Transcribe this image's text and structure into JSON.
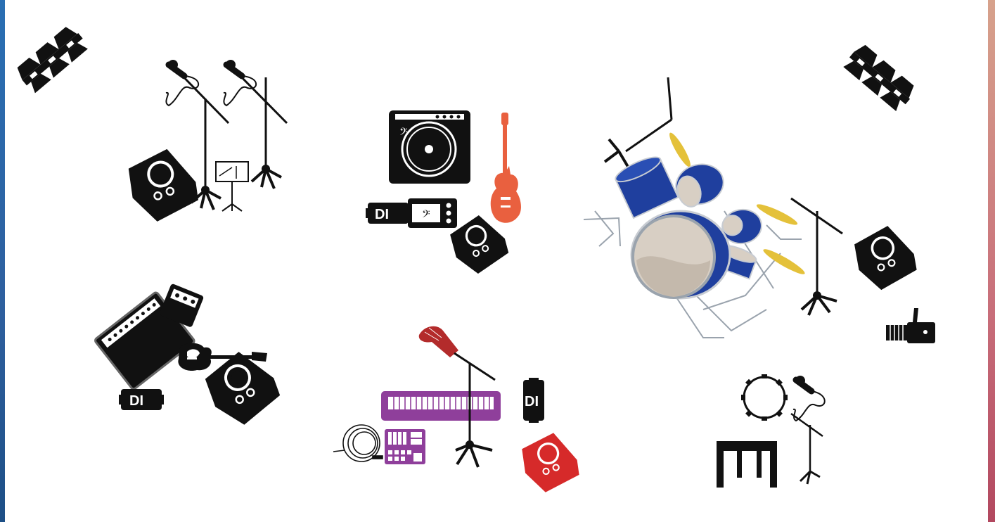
{
  "stage": {
    "edge_left_color": "#2c6aae",
    "edge_right_color": "#c86a78"
  },
  "colors": {
    "equipment": "#111111",
    "drum_shell": "#1f3f9e",
    "drum_head": "#d8cfc4",
    "cymbal": "#e4c13a",
    "bass_guitar": "#e9603f",
    "vocal_mic": "#b32b2b",
    "keyboard": "#8f3f9b",
    "red_monitor": "#d62a2a",
    "hardware": "#9aa3ad"
  },
  "labels": {
    "di_bass": "DI",
    "di_guitar": "DI",
    "di_keys": "DI"
  },
  "icons": [
    "stage-light-bar-icon",
    "microphone-stand-icon",
    "floor-monitor-icon",
    "music-stand-icon",
    "bass-amplifier-icon",
    "bass-guitar-icon",
    "di-box-icon",
    "drum-kit-icon",
    "guitar-amplifier-icon",
    "effects-pedal-icon",
    "electric-guitar-icon",
    "keyboard-icon",
    "vintage-microphone-icon",
    "instrument-cable-icon",
    "drum-machine-icon",
    "tambourine-icon",
    "table-icon",
    "fog-machine-icon"
  ]
}
